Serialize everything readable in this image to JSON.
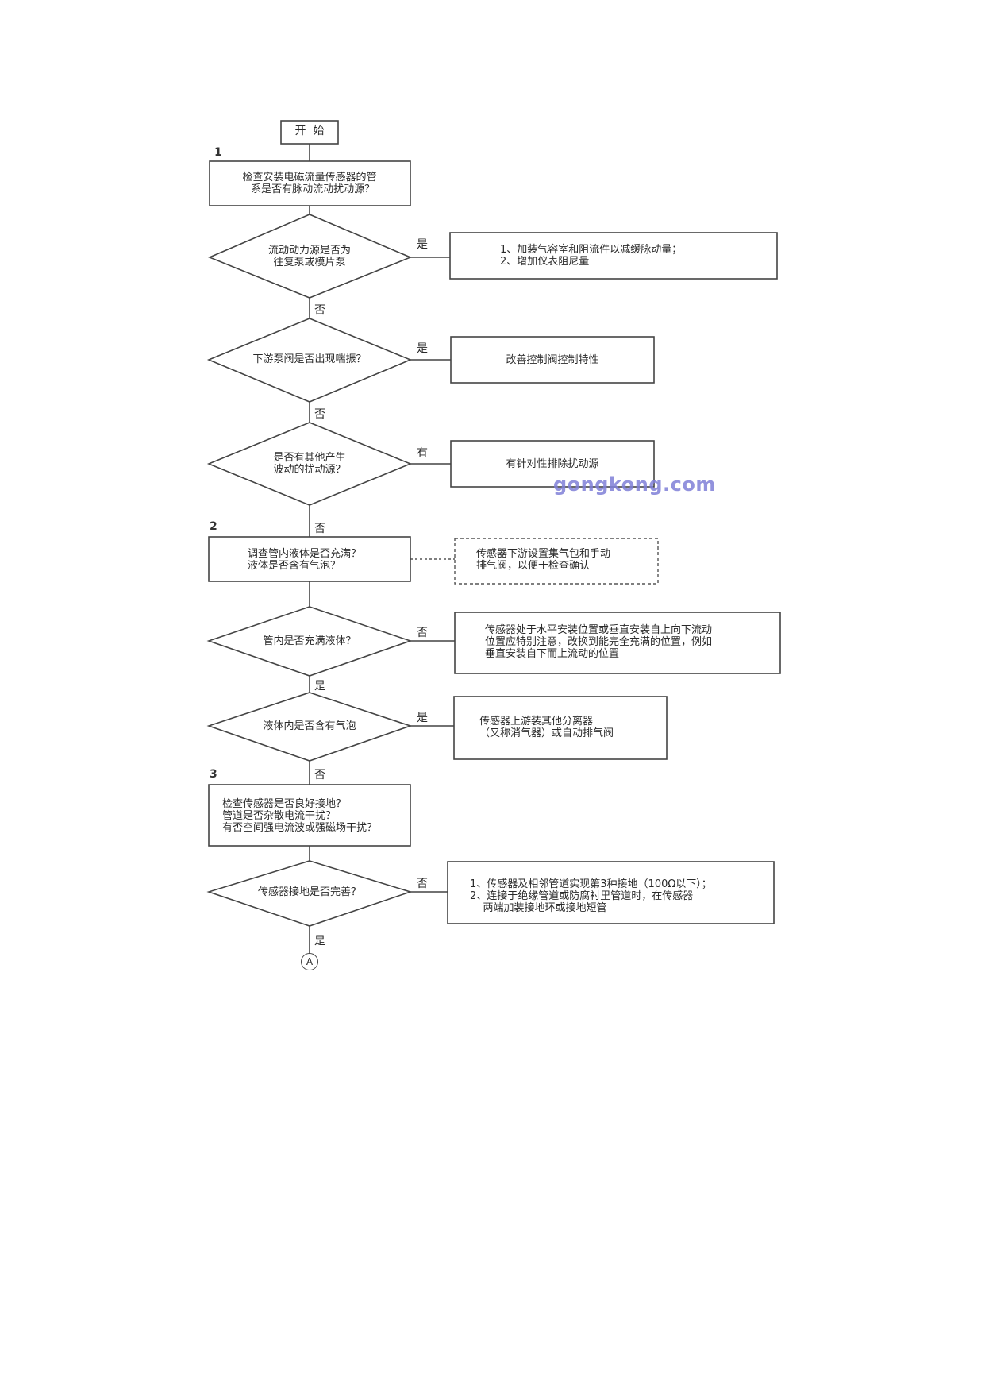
{
  "start": "开  始",
  "steps": {
    "s1": "1",
    "s2": "2",
    "s3": "3"
  },
  "box1": "检查安装电磁流量传感器的管\n  系是否有脉动流动扰动源？",
  "d1": "流动动力源是否为\n往复泵或模片泵",
  "d1_yes": "是",
  "d1_no": "否",
  "a1": "1、加装气容室和阻流件以减缓脉动量；\n2、增加仪表阻尼量",
  "d2": "下游泵阀是否出现喘振？",
  "d2_yes": "是",
  "d2_no": "否",
  "a2": "改善控制阀控制特性",
  "d3": "是否有其他产生\n波动的扰动源？",
  "d3_yes": "有",
  "d3_no": "否",
  "a3": "有针对性排除扰动源",
  "watermark": "gongkong.com",
  "box2": "调查管内液体是否充满？\n液体是否含有气泡？",
  "note2": "传感器下游设置集气包和手动\n排气阀，以便于检查确认",
  "d4": "管内是否充满液体？",
  "d4_no": "否",
  "d4_yes": "是",
  "a4": "传感器处于水平安装位置或垂直安装自上向下流动\n位置应特别注意，改换到能完全充满的位置，例如\n垂直安装自下而上流动的位置",
  "d5": "液体内是否含有气泡",
  "d5_yes": "是",
  "d5_no": "否",
  "a5": "传感器上游装其他分离器\n（又称消气器）或自动排气阀",
  "box3": "检查传感器是否良好接地？\n管道是否杂散电流干扰？\n有否空间强电流波或强磁场干扰？",
  "d6": "传感器接地是否完善？",
  "d6_no": "否",
  "d6_yes": "是",
  "a6": "1、传感器及相邻管道实现第3种接地（100Ω以下）；\n2、连接于绝缘管道或防腐衬里管道时，在传感器\n    两端加装接地环或接地短管",
  "connector": "A"
}
